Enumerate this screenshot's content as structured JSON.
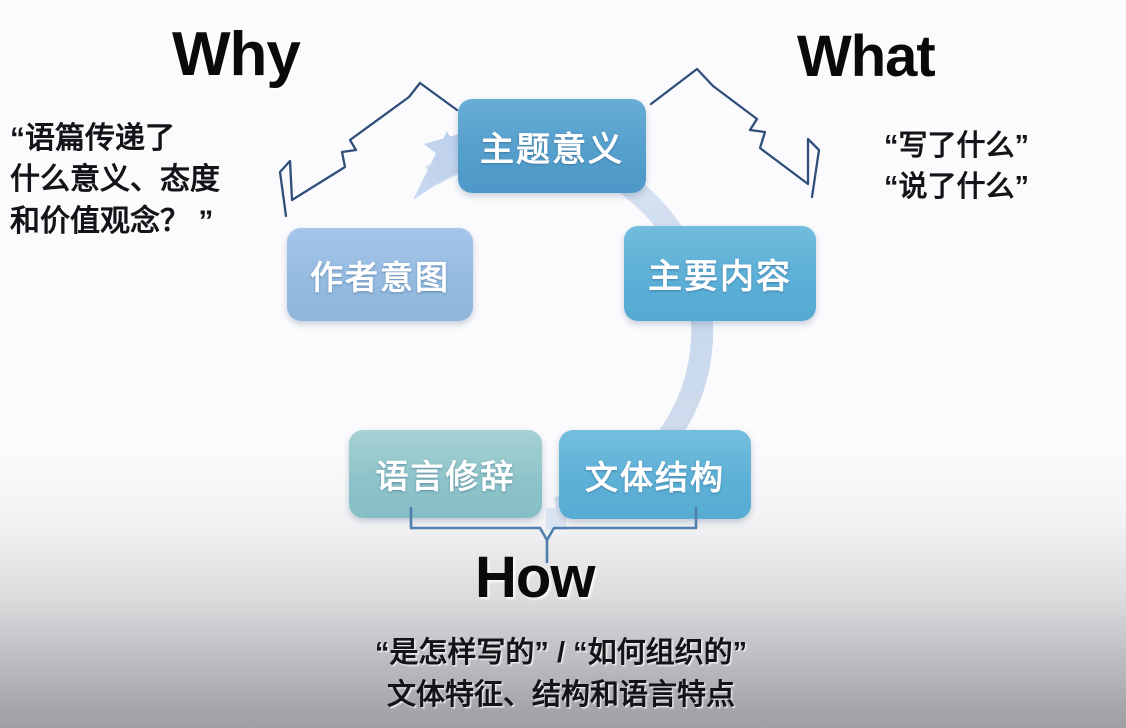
{
  "headings": {
    "why": "Why",
    "what": "What",
    "how": "How"
  },
  "annotations": {
    "why_text": "“语篇传递了\n什么意义、态度\n和价值观念？ ”",
    "why_lines": [
      "“语篇传递了",
      "什么意义、态度",
      "和价值观念？ ”"
    ],
    "what_lines": [
      "“写了什么”",
      "“说了什么”"
    ],
    "how_lines": [
      "“是怎样写的” / “如何组织的”",
      "文体特征、结构和语言特点"
    ]
  },
  "nodes": {
    "theme": {
      "label": "主题意义",
      "color": "#559fcc"
    },
    "intent": {
      "label": "作者意图",
      "color": "#95badf"
    },
    "content": {
      "label": "主要内容",
      "color": "#5cafd6"
    },
    "rhetoric": {
      "label": "语言修辞",
      "color": "#8ec4c9"
    },
    "structure": {
      "label": "文体结构",
      "color": "#5db0d6"
    }
  },
  "graphics": {
    "ring_color": "#ccd9ed",
    "arrow_color": "#c3d7ee",
    "brace_navy": "#2f4f7a",
    "brace_steel": "#4f7fae",
    "background_top": "#fbfbfd",
    "background_bottom": "#9e9ea3"
  }
}
